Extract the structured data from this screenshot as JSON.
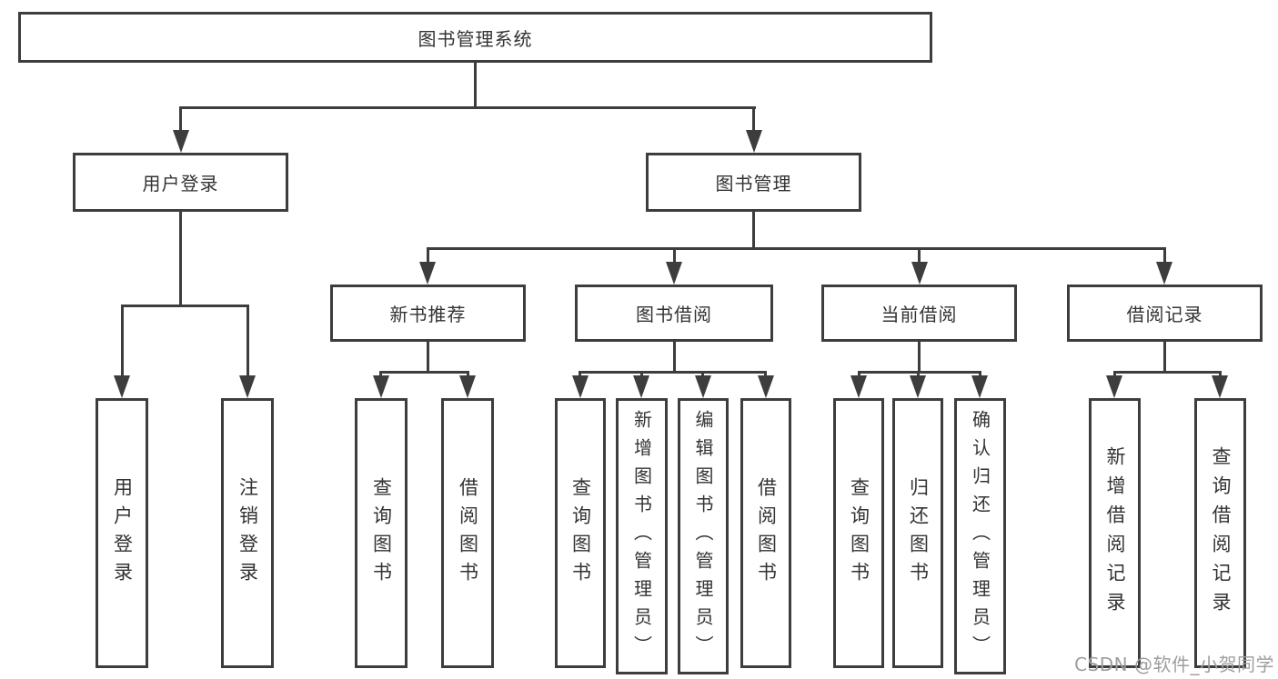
{
  "diagram": {
    "root": {
      "label": "图书管理系统"
    },
    "level2": {
      "user_login": {
        "label": "用户登录"
      },
      "book_mgmt": {
        "label": "图书管理"
      }
    },
    "level3": {
      "new_book_rec": {
        "label": "新书推荐"
      },
      "book_borrow": {
        "label": "图书借阅"
      },
      "current_borrow": {
        "label": "当前借阅"
      },
      "borrow_records": {
        "label": "借阅记录"
      }
    },
    "leaves": {
      "user_login": {
        "label": "用户登录"
      },
      "logout": {
        "label": "注销登录"
      },
      "rec_query_book": {
        "label": "查询图书"
      },
      "rec_borrow_book": {
        "label": "借阅图书"
      },
      "bb_query_book": {
        "label": "查询图书"
      },
      "bb_add_book": {
        "label": "新增图书（管理员）"
      },
      "bb_edit_book": {
        "label": "编辑图书（管理员）"
      },
      "bb_borrow_book": {
        "label": "借阅图书"
      },
      "cb_query_book": {
        "label": "查询图书"
      },
      "cb_return_book": {
        "label": "归还图书"
      },
      "cb_confirm_return": {
        "label": "确认归还（管理员）"
      },
      "br_add_record": {
        "label": "新增借阅记录"
      },
      "br_query_record": {
        "label": "查询借阅记录"
      }
    }
  },
  "watermark": {
    "text": "CSDN @软件_小贺同学"
  },
  "colors": {
    "line": "#3d3d3d",
    "text": "#333333",
    "watermark": "#9e9e9e",
    "background": "#ffffff"
  }
}
